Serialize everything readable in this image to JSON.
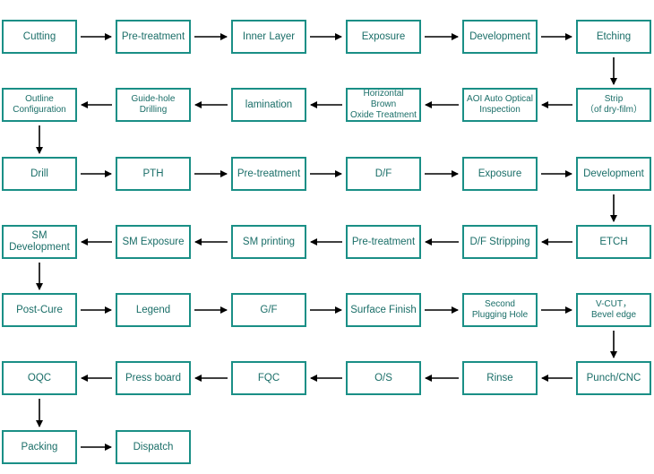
{
  "steps": [
    {
      "label": "Cutting"
    },
    {
      "label": "Pre-treatment"
    },
    {
      "label": "Inner Layer"
    },
    {
      "label": "Exposure"
    },
    {
      "label": "Development"
    },
    {
      "label": "Etching"
    },
    {
      "label": "Strip\n（of dry-film）"
    },
    {
      "label": "AOI  Auto Optical\nInspection"
    },
    {
      "label": "Horizontal Brown\nOxide Treatment"
    },
    {
      "label": "lamination"
    },
    {
      "label": "Guide-hole\nDrilling"
    },
    {
      "label": "Outline\nConfiguration"
    },
    {
      "label": "Drill"
    },
    {
      "label": "PTH"
    },
    {
      "label": "Pre-treatment"
    },
    {
      "label": "D/F"
    },
    {
      "label": "Exposure"
    },
    {
      "label": "Development"
    },
    {
      "label": "ETCH"
    },
    {
      "label": "D/F Stripping"
    },
    {
      "label": "Pre-treatment"
    },
    {
      "label": "SM printing"
    },
    {
      "label": "SM Exposure"
    },
    {
      "label": "SM\nDevelopment"
    },
    {
      "label": "Post-Cure"
    },
    {
      "label": "Legend"
    },
    {
      "label": "G/F"
    },
    {
      "label": "Surface Finish"
    },
    {
      "label": "Second\nPlugging Hole"
    },
    {
      "label": "V-CUT，\nBevel edge"
    },
    {
      "label": "Punch/CNC"
    },
    {
      "label": "Rinse"
    },
    {
      "label": "O/S"
    },
    {
      "label": "FQC"
    },
    {
      "label": "Press board"
    },
    {
      "label": "OQC"
    },
    {
      "label": "Packing"
    },
    {
      "label": "Dispatch"
    }
  ],
  "colors": {
    "border": "#1a8f86",
    "text": "#1a6e68",
    "arrow": "#000000"
  }
}
